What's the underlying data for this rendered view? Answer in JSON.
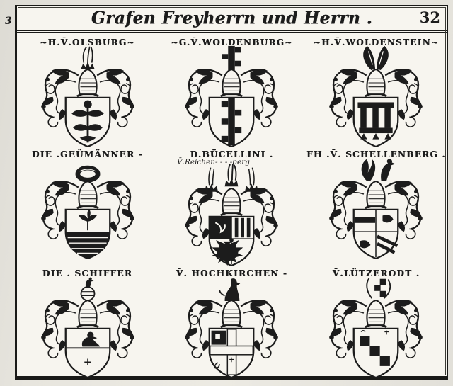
{
  "page": {
    "paper_color": "#f7f5ef",
    "ink_color": "#1c1c1c",
    "header": {
      "title": "Grafen Freyherrn und Herrn .",
      "page_number": "32",
      "margin_note": "3"
    },
    "grid": {
      "rows": [
        {
          "cells": [
            {
              "label": "~H.V̄.OLSBURG~",
              "crest": "olsburg-achievement"
            },
            {
              "label": "~G.V̄.WOLDENBURG~",
              "crest": "woldenburg-achievement"
            },
            {
              "label": "~H.V̄.WOLDENSTEIN~",
              "crest": "woldenstein-achievement"
            }
          ]
        },
        {
          "cells": [
            {
              "label": "DIE .GEÜMÄNNER -",
              "crest": "geumaenner-achievement"
            },
            {
              "label": "D.BÜCELLINI .",
              "annotation": "V̄.Reichen- - - -berg",
              "crest": "bucellini-achievement"
            },
            {
              "label": "FH .V̄. SCHELLENBERG .",
              "crest": "schellenberg-achievement"
            }
          ]
        },
        {
          "cells": [
            {
              "label": "DIE . SCHIFFER",
              "crest": "schiffer-achievement"
            },
            {
              "label": "V̄. HOCHKIRCHEN -",
              "crest": "hochkirchen-achievement"
            },
            {
              "label": "V̄.LÜTZERODT .",
              "crest": "luetzerodt-achievement"
            }
          ]
        }
      ]
    }
  }
}
